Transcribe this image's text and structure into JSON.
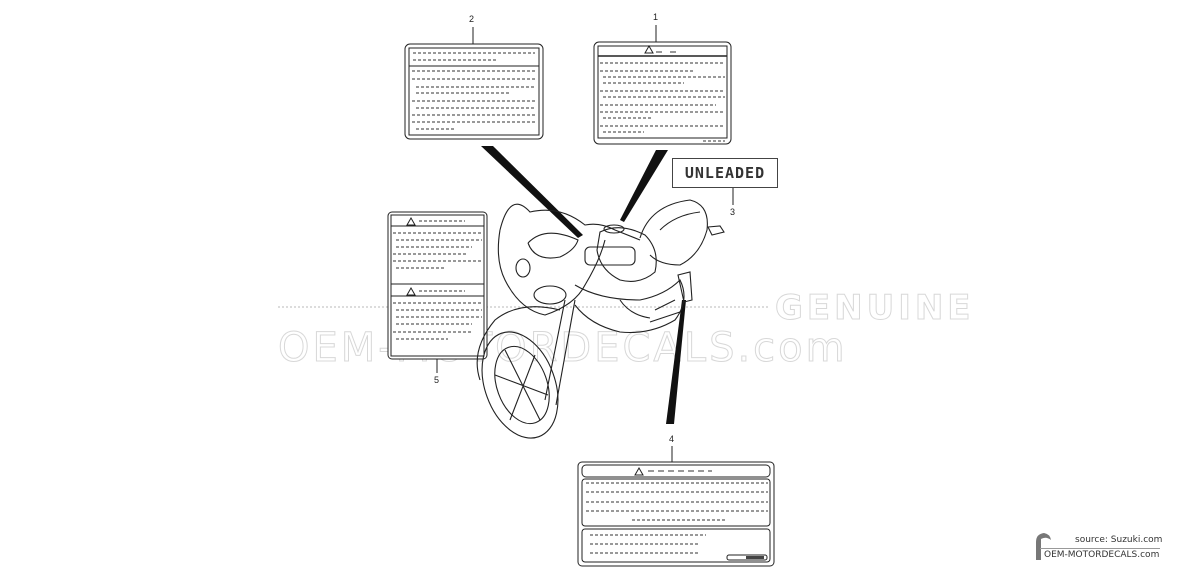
{
  "diagram": {
    "type": "parts-label-diagram",
    "subject": "motorcycle label locations",
    "callouts": [
      {
        "id": "1",
        "label": "1",
        "description": "warning label with caution triangle"
      },
      {
        "id": "2",
        "label": "2",
        "description": "information label"
      },
      {
        "id": "3",
        "label": "3",
        "text": "UNLEADED"
      },
      {
        "id": "4",
        "label": "4",
        "description": "wide warning label with caution triangle"
      },
      {
        "id": "5",
        "label": "5",
        "description": "double warning label with two caution triangles"
      }
    ]
  },
  "watermark": {
    "genuine": "GENUINE",
    "site": "OEM-MOTORDECALS.com"
  },
  "footer": {
    "source": "source: Suzuki.com",
    "site": "OEM-MOTORDECALS.com"
  },
  "colors": {
    "line": "#222222",
    "watermark": "#d8d8d8",
    "background": "#ffffff"
  }
}
